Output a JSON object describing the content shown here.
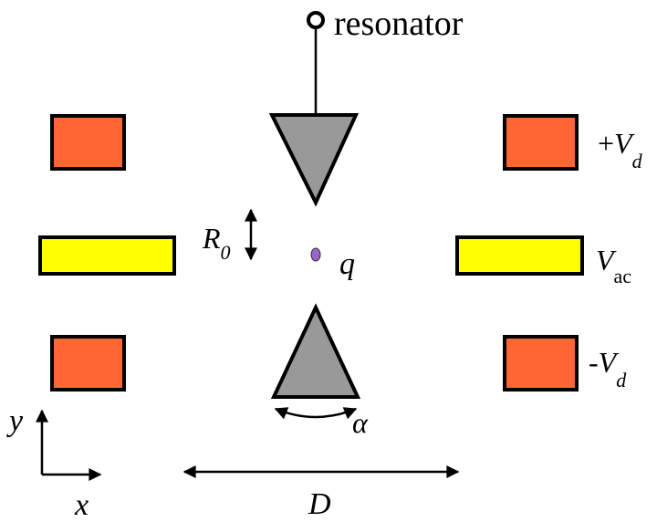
{
  "labels": {
    "resonator": "resonator",
    "plus_vd_sign": "+",
    "minus_vd_sign": "-",
    "v": "V",
    "d_sub": "d",
    "ac_sub": "ac",
    "r0_main": "R",
    "r0_sub": "0",
    "charge": "q",
    "alpha": "α",
    "axis_y": "y",
    "axis_x": "x",
    "separation": "D"
  },
  "colors": {
    "dc_electrode": "#ff6633",
    "ac_electrode": "#ffff00",
    "tip": "#999999",
    "charge": "#9966cc",
    "stroke": "#000000"
  }
}
